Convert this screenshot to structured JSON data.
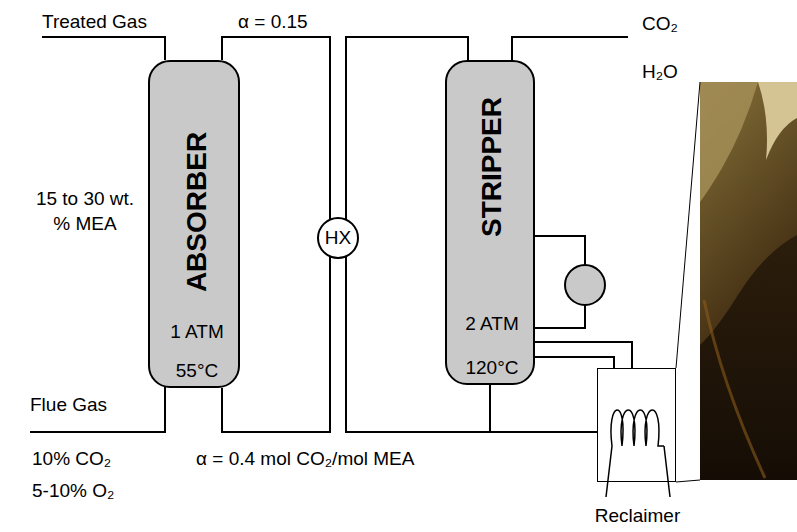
{
  "diagram": {
    "nodes": [
      {
        "text": [
          "ABSORBER",
          "1 ATM",
          "55°C"
        ]
      },
      {
        "text": [
          "HX"
        ]
      },
      {
        "text": [
          "STRIPPER",
          "2 ATM",
          "120°C"
        ]
      },
      {
        "text": [
          "Reclaimer"
        ]
      }
    ],
    "edges": [
      {
        "from": 0,
        "to": 1,
        "arrow": "none"
      },
      {
        "from": 0,
        "to": 1,
        "arrow": "none"
      },
      {
        "from": 1,
        "to": 2,
        "arrow": "none"
      },
      {
        "from": 1,
        "to": 2,
        "arrow": "none"
      },
      {
        "from": 2,
        "to": 3,
        "arrow": "none"
      },
      {
        "from": 2,
        "to": 3,
        "arrow": "none"
      },
      {
        "from": 2,
        "to": 3,
        "arrow": "none"
      }
    ],
    "labels": [
      "Treated Gas",
      "α = 0.15",
      "CO₂",
      "H₂O",
      "15 to 30 wt. % MEA",
      "Flue Gas",
      "10% CO₂",
      "5-10% O₂",
      "α = 0.4 mol CO₂/mol MEA"
    ]
  }
}
